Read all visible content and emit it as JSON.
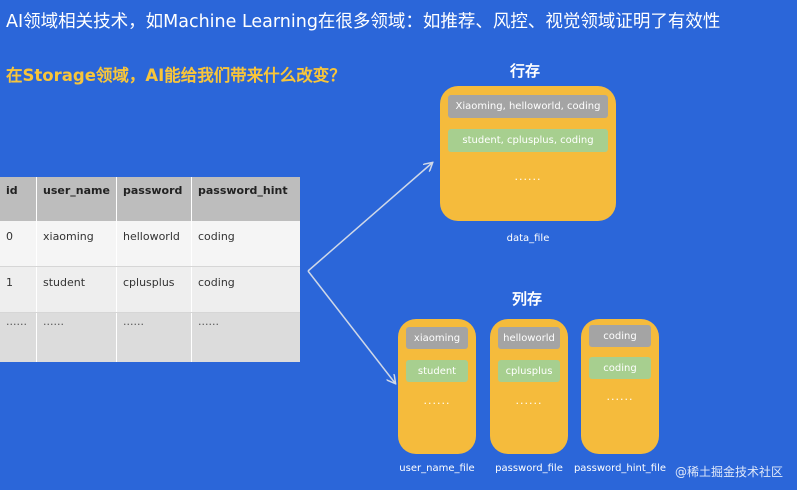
{
  "header": {
    "title": "AI领域相关技术，如Machine Learning在很多领域：如推荐、风控、视觉领域证明了有效性",
    "subtitle": "在Storage领域，AI能给我们带来什么改变？"
  },
  "table": {
    "columns": [
      "id",
      "user_name",
      "password",
      "password_hint"
    ],
    "rows": [
      [
        "0",
        "xiaoming",
        "helloworld",
        "coding"
      ],
      [
        "1",
        "student",
        "cplusplus",
        "coding"
      ],
      [
        "......",
        "......",
        "......",
        "......"
      ]
    ]
  },
  "row_store": {
    "label": "行存",
    "file": "data_file",
    "row1": "Xiaoming, helloworld, coding",
    "row2": "student, cplusplus, coding",
    "more": "......"
  },
  "column_store": {
    "label": "列存",
    "files": [
      {
        "top": "xiaoming",
        "middle": "student",
        "more": "......",
        "file": "user_name_file"
      },
      {
        "top": "helloworld",
        "middle": "cplusplus",
        "more": "......",
        "file": "password_file"
      },
      {
        "top": "coding",
        "middle": "coding",
        "more": "......",
        "file": "password_hint_file"
      }
    ]
  },
  "colors": {
    "background": "#2b66d9",
    "store": "#f5bb3c",
    "grey_pill": "#a4a4a4",
    "green_pill": "#a7cf8f",
    "subtitle": "#f8c53a"
  },
  "watermark": "@稀土掘金技术社区"
}
